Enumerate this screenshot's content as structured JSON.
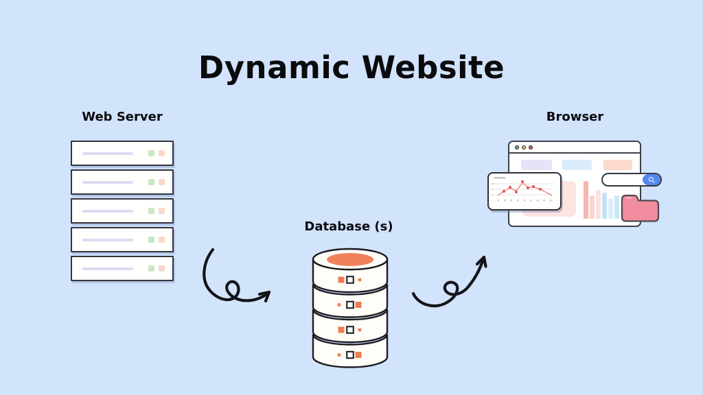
{
  "title": "Dynamic Website",
  "colors": {
    "background": "#d2e3fc",
    "ink": "#0b0b0e",
    "outline": "#2a2a31",
    "accent_orange": "#f0815b",
    "folder_pink": "#f08c9d",
    "search_blue": "#5289f0"
  },
  "web_server": {
    "label": "Web Server",
    "rows": 5,
    "slot_line_color": "#dcdbf4",
    "led_colors": [
      "#c9e7c4",
      "#fcd7c9"
    ]
  },
  "database": {
    "label": "Database (s)",
    "segments": 4,
    "top_color": "#f0815b",
    "marker_color": "#ee7d52"
  },
  "browser": {
    "label": "Browser",
    "traffic_lights": [
      "#5fa693",
      "#e3c24c",
      "#d15b5b"
    ],
    "header_blocks": [
      "#e7e2f8",
      "#daecf9",
      "#fcd9cd"
    ],
    "panel_color": "#fde4e1",
    "bars": [
      {
        "h": 55,
        "c": "#f6b6b0"
      },
      {
        "h": 34,
        "c": "#fbd5d1"
      },
      {
        "h": 42,
        "c": "#fce3e0"
      },
      {
        "h": 38,
        "c": "#c5e1f6"
      },
      {
        "h": 29,
        "c": "#dcedf9"
      },
      {
        "h": 34,
        "c": "#cde6f7"
      },
      {
        "h": 24,
        "c": "#e3f2fb"
      }
    ],
    "mini_chart": {
      "points": [
        [
          13,
          32
        ],
        [
          22,
          26
        ],
        [
          31,
          20
        ],
        [
          40,
          27
        ],
        [
          49,
          12
        ],
        [
          57,
          21
        ],
        [
          65,
          19
        ],
        [
          75,
          23
        ],
        [
          92,
          32
        ]
      ],
      "dot_indices": [
        1,
        2,
        3,
        4,
        5,
        6,
        7
      ],
      "line_color": "#ef928e",
      "dot_color": "#e25352",
      "grid_color": "#d6d6d6",
      "tick_color": "#d8b8b8"
    }
  },
  "icons": {
    "search": "magnifier-icon",
    "folder": "folder-icon",
    "window_controls": "traffic-light-dots",
    "connectors": "curly-doodle-arrow"
  },
  "arrows": [
    {
      "from": "web_server",
      "to": "database"
    },
    {
      "from": "database",
      "to": "browser"
    }
  ]
}
